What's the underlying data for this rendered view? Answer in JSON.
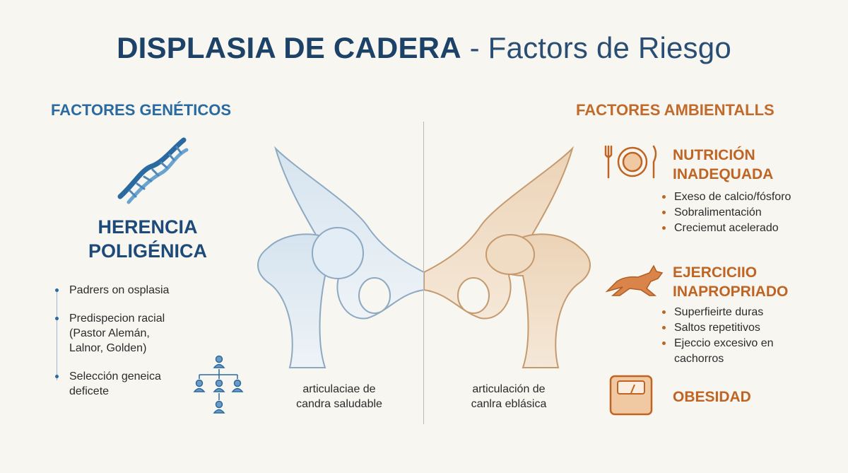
{
  "title": {
    "main": "DISPLASIA DE CADERA",
    "sub": " - Factors de Riesgo"
  },
  "genetic": {
    "heading": "FACTORES GENÉTICOS",
    "herencia": [
      "HERENCIA",
      "POLIGÉNICA"
    ],
    "items": [
      [
        "Padrers on osplasia"
      ],
      [
        "Predispecion racial",
        "(Pastor Alemán,",
        "Lal​nor, Golden)"
      ],
      [
        "Selección geneica",
        "deficete"
      ]
    ]
  },
  "environmental": {
    "heading": "FACTORES AMBIENTALLS",
    "groups": [
      {
        "title": [
          "NUTRICIÓN",
          "INADEQUADA"
        ],
        "items": [
          "Exeso de calcio/fósforo",
          "Sobralimentación",
          "Creciemut acelerado"
        ]
      },
      {
        "title": [
          "EJERCICIIO",
          "INAPROPRIADO"
        ],
        "items": [
          "Superfieirte duras",
          "Saltos repetitivos",
          "Ejeccio excesivo en cachorros"
        ]
      },
      {
        "title": [
          "OBESIDAD"
        ],
        "items": []
      }
    ]
  },
  "captions": {
    "healthy": [
      "articulaciae de",
      "candra saludable"
    ],
    "dysplastic": [
      "articulación de",
      "canlra eblásica"
    ]
  },
  "icons": [
    "dna-icon",
    "pedigree-icon",
    "plate-icon",
    "dog-icon",
    "scale-icon"
  ],
  "colors": {
    "blue": "#2a6aa0",
    "navy": "#1d4268",
    "orange": "#c06423",
    "bg": "#f7f6f1"
  }
}
